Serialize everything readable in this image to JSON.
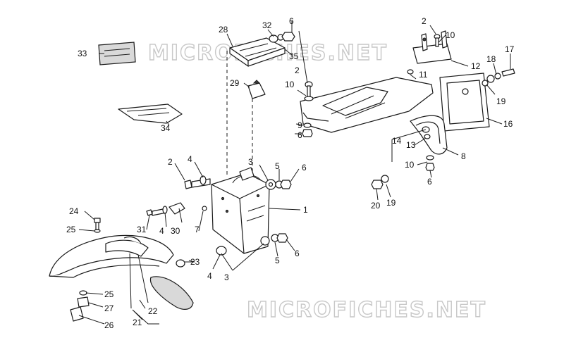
{
  "watermarks": [
    "MICROFICHES.NET",
    "MICROFICHES.NET"
  ],
  "callouts": [
    "1",
    "2",
    "3",
    "4",
    "5",
    "6",
    "7",
    "8",
    "9",
    "10",
    "11",
    "12",
    "13",
    "14",
    "16",
    "17",
    "18",
    "19",
    "20",
    "21",
    "22",
    "23",
    "24",
    "25",
    "26",
    "27",
    "28",
    "29",
    "30",
    "31",
    "32",
    "33",
    "34",
    "35"
  ],
  "colors": {
    "line": "#1a1a1a",
    "watermark": "#c8c8c8",
    "background": "#ffffff"
  }
}
